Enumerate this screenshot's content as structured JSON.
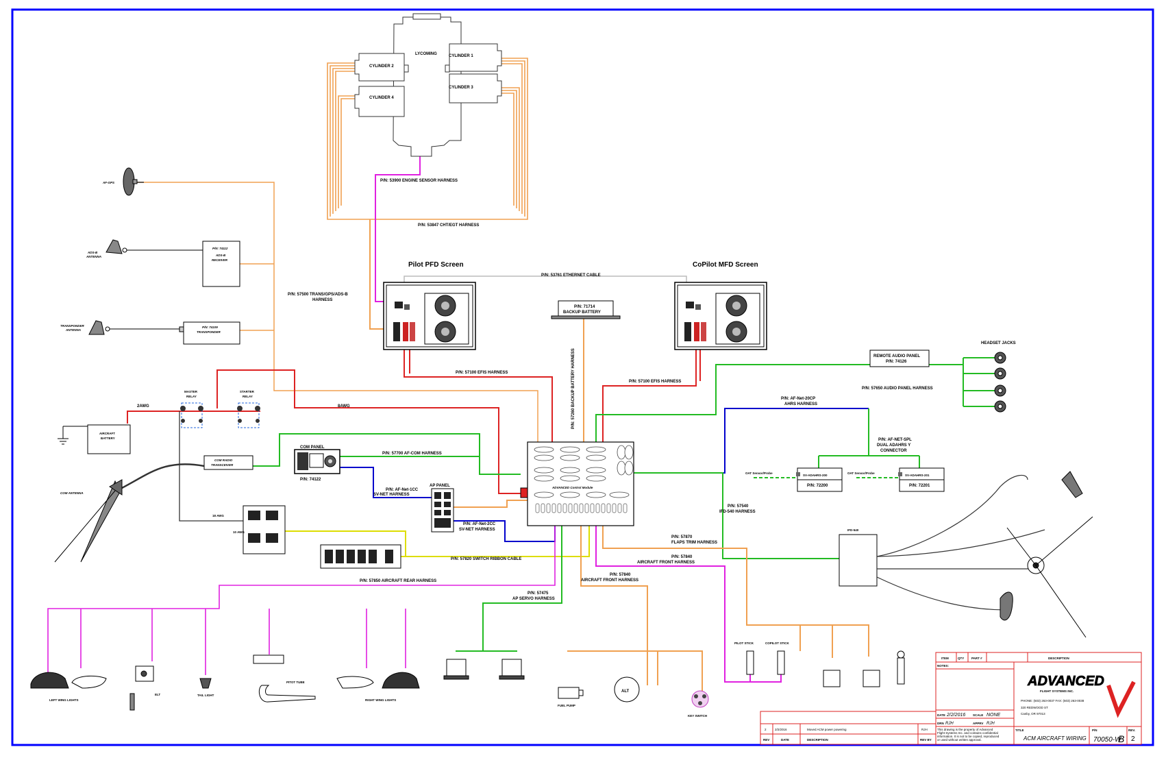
{
  "engine": {
    "block": "LYCOMING",
    "cylinders": [
      "CYLINDER 1",
      "CYLINDER 2",
      "CYLINDER 3",
      "CYLINDER 4"
    ]
  },
  "harnesses": {
    "engine_sensor": "P/N: 53900 ENGINE SENSOR HARNESS",
    "cht_egt": "P/N: 53847 CHT/EGT HARNESS",
    "trans_gps_1": "P/N: 57500 TRANS/GPS/ADS-B",
    "trans_gps_2": "HARNESS",
    "ethernet": "P/N: 53761  ETHERNET CABLE",
    "backup_batt": "P/N: 57260 BACKUP BATTERY HARNESS",
    "efis_left": "P/N: 57100  EFIS HARNESS",
    "efis_right": "P/N: 57100  EFIS HARNESS",
    "audio": "P/N: 57650 AUDIO PANEL HARNESS",
    "ahrs_1": "P/N:  AF-Net-20CP",
    "ahrs_2": "AHRS HARNESS",
    "dual_1": "P/N: AF-NET-SPL",
    "dual_2": "DUAL ADAHRS Y",
    "dual_3": "CONNECTOR",
    "afcom": "P/N: 57700  AF-COM HARNESS",
    "svnet1_1": "P/N:  AF-Net-1CC",
    "svnet1_2": "SV-NET HARNESS",
    "svnet2_1": "P/N:  AF-Net-2CC",
    "svnet2_2": "SV-NET HARNESS",
    "ifd_1": "P/N:  57540",
    "ifd_2": "IFD-540 HARNESS",
    "flaps_1": "P/N: 57870",
    "flaps_2": "FLAPS TRIM HARNESS",
    "front1_1": "P/N: 57840",
    "front1_2": "AIRCRAFT FRONT  HARNESS",
    "front2_1": "P/N: 57840",
    "front2_2": "AIRCRAFT FRONT  HARNESS",
    "ribbon": "P/N: 57820  SWITCH RIBBON CABLE",
    "rear": "P/N: 57850   AIRCRAFT REAR HARNESS",
    "servo_1": "P/N: 57475",
    "servo_2": "AP SERVO  HARNESS"
  },
  "components": {
    "af_gps": "AF-GPS",
    "adsb_ant_1": "ADS-B",
    "adsb_ant_2": "ANTENNA",
    "adsb_rx_1": "P/N: 74112",
    "adsb_rx_2": "ADS-B",
    "adsb_rx_3": "RECEIVER",
    "xpdr_ant_1": "TRANSPONDER",
    "xpdr_ant_2": "ANTENNA",
    "xpdr_1": "P/N: 74109",
    "xpdr_2": "TRANSPONDER",
    "pfd": "Pilot PFD Screen",
    "mfd": "CoPilot MFD Screen",
    "backup_1": "P/N: 71714",
    "backup_2": "BACKUP BATTERY",
    "audio_1": "REMOTE AUDIO PANEL",
    "audio_2": "P/N: 74126",
    "headset": "HEADSET JACKS",
    "master_1": "MASTER",
    "master_2": "RELAY",
    "starter_1": "STARTER",
    "starter_2": "RELAY",
    "awg2": "2AWG",
    "awg8": "8AWG",
    "battery_1": "AIRCRAFT",
    "battery_2": "BATTERY",
    "com_panel": "COM PANEL",
    "com_pn": "P/N: 74122",
    "com_radio_1": "COM RADIO",
    "com_radio_2": "TRANSCEIVER",
    "com_ant": "COM ANTENNA",
    "ap_panel": "AP PANEL",
    "acm_1": "ADVANCED Control Module",
    "oat1": "OAT Sensor/Probe",
    "oat2": "OAT Sensor/Probe",
    "adahrs1": "SV-ADAHRS-200",
    "adahrs1_pn": "P/N: 72200",
    "adahrs2": "SV-ADAHRS-201",
    "adahrs2_pn": "P/N: 72201",
    "ifd540": "IFD-540",
    "pilot_stick": "PILOT STICK",
    "copilot_stick": "COPILOT STICK",
    "left_wing": "LEFT WING LIGHTS",
    "elt": "ELT",
    "tail": "TAIL LIGHT",
    "pitot": "PITOT TUBE",
    "right_wing": "RIGHT WING LIGHTS",
    "fuel_pump": "FUEL PUMP",
    "alt": "ALT",
    "key": "KEY SWITCH",
    "awg18a": "18 AWG",
    "awg10": "10 AWG"
  },
  "title_block": {
    "col_item": "ITEM",
    "col_qty": "QTY",
    "col_part": "PART #",
    "col_desc": "DESCRIPTION",
    "notes": "NOTES:",
    "company": "ADVANCED",
    "company_sub": "FLIGHT SYSTEMS INC.",
    "phone": "PHONE: (503) 263-0037  FAX: (503) 263-0038",
    "address1": "320 REDWOOD ST",
    "address2": "Canby, OR 97013",
    "date_lbl": "DATE",
    "date": "2/2/2016",
    "scale_lbl": "SCALE",
    "scale": "NONE",
    "drn_lbl": "DRN",
    "drn": "RJH",
    "apprv_lbl": "APPRV",
    "apprv": "RJH",
    "prop_1": "This drawing is the property of Advanced",
    "prop_2": "Flight Systems Inc. and contains confidential",
    "prop_3": "information. It is not to be copied, reproduced",
    "prop_4": "or used without written approval.",
    "title_lbl": "TITLE",
    "title": "ACM  AIRCRAFT  WIRING",
    "pn_lbl": "P/N",
    "pn": "70050-W",
    "rev_letter": "B",
    "rev_lbl": "REV.",
    "rev_num": "2",
    "rev_row_rev": "2",
    "rev_row_date": "2/2/2016",
    "rev_row_desc": "Moved ACM power powering",
    "rev_row_by": "RJH",
    "rev_hdr_rev": "REV",
    "rev_hdr_date": "DATE",
    "rev_hdr_desc": "DESCRIPTION",
    "rev_hdr_by": "REV BY"
  }
}
